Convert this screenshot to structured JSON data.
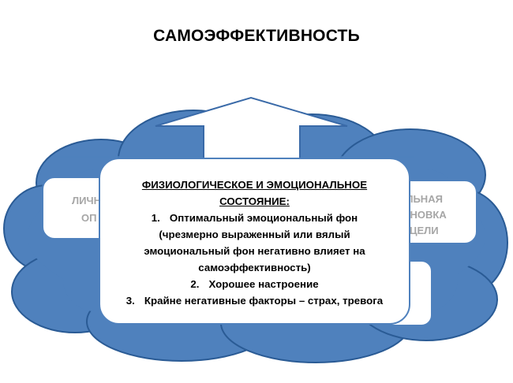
{
  "title": "САМОЭФФЕКТИВНОСТЬ",
  "colors": {
    "cloud_fill": "#4f81bd",
    "cloud_stroke": "#2a5b95",
    "box_border": "#4f81bd",
    "side_text": "#a6a6a6",
    "arrow_stroke": "#3a6aa8"
  },
  "left_box": {
    "line1": "ЛИЧН",
    "line2": "ОП"
  },
  "right_box": {
    "line1": "ИЛЬНАЯ",
    "line2": "ТАНОВКА",
    "line3": "ЦЕЛИ"
  },
  "main": {
    "heading_line1": "ФИЗИОЛОГИЧЕСКОЕ И ЭМОЦИОНАЛЬНОЕ",
    "heading_line2": "СОСТОЯНИЕ:",
    "items": [
      {
        "num": "1.",
        "text": "Оптимальный эмоциональный фон"
      },
      {
        "num": "2.",
        "text": "Хорошее настроение"
      },
      {
        "num": "3.",
        "text": "Крайне негативные факторы – страх, тревога"
      }
    ],
    "item1_detail": [
      "(чрезмерно выраженный или вялый",
      "эмоциональный фон негативно влияет на",
      "самоэффективность)"
    ]
  },
  "icons": {
    "arrow": "up-arrow-outline-icon",
    "cloud": "cloud-shape-icon"
  }
}
